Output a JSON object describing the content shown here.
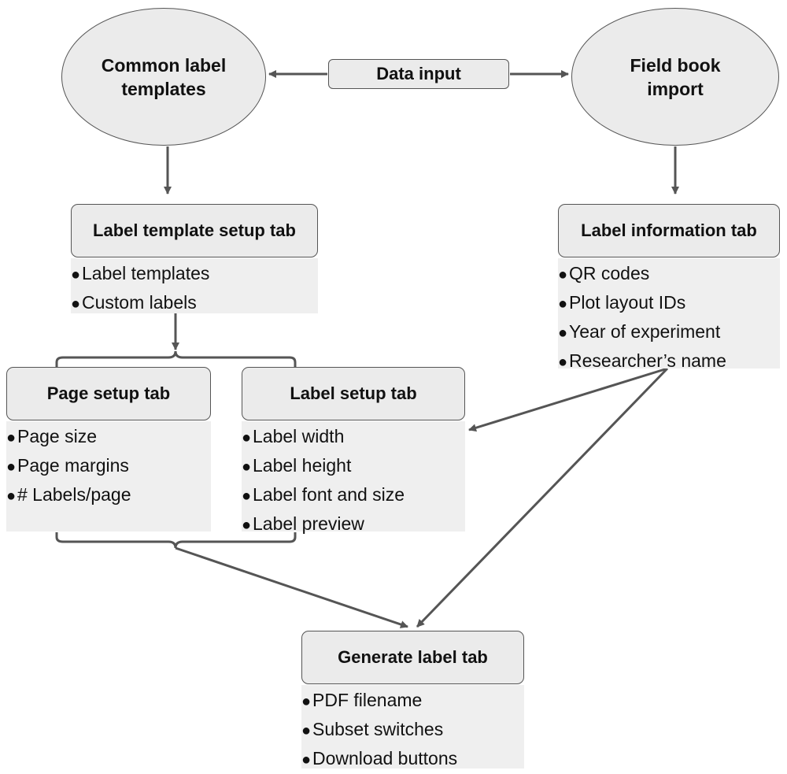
{
  "nodes": {
    "common_templates": {
      "label": "Common label\ntemplates"
    },
    "data_input": {
      "label": "Data input"
    },
    "field_book": {
      "label": "Field book\nimport"
    },
    "label_template_tab": {
      "label": "Label template setup tab",
      "items": [
        "Label templates",
        "Custom labels"
      ]
    },
    "label_info_tab": {
      "label": "Label information tab",
      "items": [
        "QR codes",
        "Plot layout IDs",
        "Year of experiment",
        "Researcher’s name"
      ]
    },
    "page_setup_tab": {
      "label": "Page setup tab",
      "items": [
        "Page size",
        "Page margins",
        "# Labels/page"
      ]
    },
    "label_setup_tab": {
      "label": "Label setup tab",
      "items": [
        "Label width",
        "Label height",
        "Label font and size",
        "Label preview"
      ]
    },
    "generate_tab": {
      "label": "Generate label tab",
      "items": [
        "PDF filename",
        "Subset switches",
        "Download buttons"
      ]
    }
  },
  "bullet_char": "●",
  "colors": {
    "fill": "#ebebeb",
    "list_fill": "#efefef",
    "stroke": "#555555"
  }
}
